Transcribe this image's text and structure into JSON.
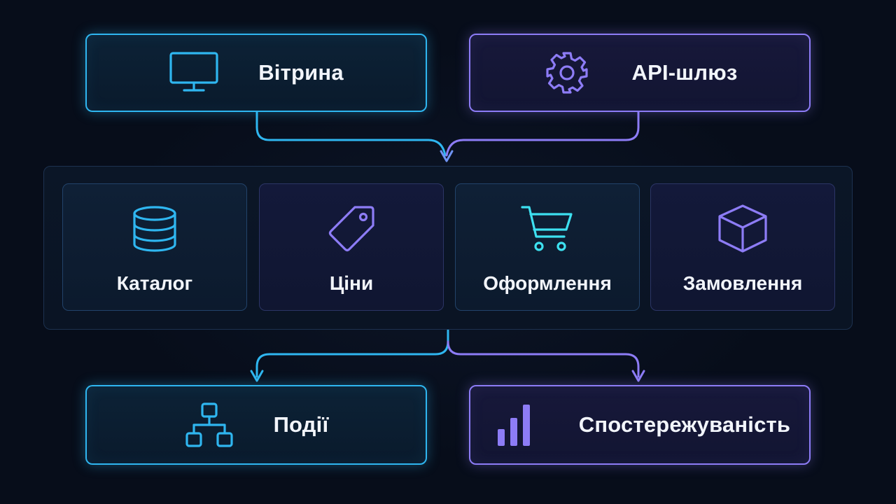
{
  "colors": {
    "background": "#070d1a",
    "blue_accent": "#2fb6f0",
    "violet_accent": "#8d7cf6",
    "cyan_accent": "#3de0f0",
    "text": "#f2f5fb"
  },
  "top": {
    "storefront": {
      "label": "Вітрина",
      "icon": "monitor-icon"
    },
    "gateway": {
      "label": "API-шлюз",
      "icon": "gear-icon"
    }
  },
  "services": [
    {
      "label": "Каталог",
      "icon": "database-icon"
    },
    {
      "label": "Ціни",
      "icon": "price-tag-icon"
    },
    {
      "label": "Оформлення",
      "icon": "shopping-cart-icon"
    },
    {
      "label": "Замовлення",
      "icon": "package-box-icon"
    }
  ],
  "bottom": {
    "events": {
      "label": "Події",
      "icon": "hierarchy-icon"
    },
    "observability": {
      "label": "Спостережуваність",
      "icon": "bar-chart-icon"
    }
  }
}
